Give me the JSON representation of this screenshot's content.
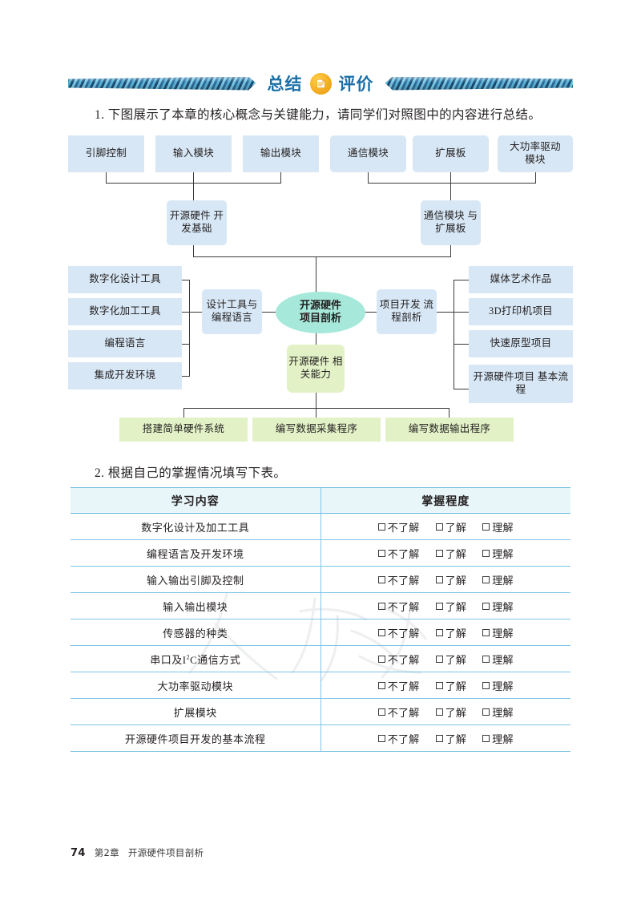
{
  "header": {
    "title_left": "总结",
    "title_right": "评价",
    "badge_icon": "document-icon",
    "ribbon_color": "#2f6f9e",
    "title_color": "#1b6fa8",
    "badge_color": "#f2aa20"
  },
  "questions": {
    "q1": "1. 下图展示了本章的核心概念与关键能力，请同学们对照图中的内容进行总结。",
    "q2": "2. 根据自己的掌握情况填写下表。"
  },
  "diagram": {
    "colors": {
      "box_blue": "#d7e7f5",
      "box_green": "#e2f2c6",
      "ellipse": "#a6e8da",
      "connector": "#3b3b3b"
    },
    "top_row": [
      "引脚控制",
      "输入模块",
      "输出模块",
      "通信模块",
      "扩展板",
      "大功率驱动\n模块"
    ],
    "top_row_flat": [
      "引脚控制",
      "输入模块",
      "输出模块",
      "通信模块",
      "扩展板",
      "大功率驱动 模块"
    ],
    "second_row": [
      "开源硬件 开发基础",
      "通信模块 与扩展板"
    ],
    "center": "开源硬件 项目剖析",
    "center_line1": "开源硬件",
    "center_line2": "项目剖析",
    "left_branch": "设计工具与 编程语言",
    "right_branch": "项目开发 流程剖析",
    "bottom_branch": "开源硬件 相关能力",
    "left_leaves": [
      "数字化设计工具",
      "数字化加工工具",
      "编程语言",
      "集成开发环境"
    ],
    "right_leaves": [
      "媒体艺术作品",
      "3D打印机项目",
      "快速原型项目",
      "开源硬件项目 基本流程"
    ],
    "bottom_leaves": [
      "搭建简单硬件系统",
      "编写数据采集程序",
      "编写数据输出程序"
    ]
  },
  "table": {
    "headers": [
      "学习内容",
      "掌握程度"
    ],
    "options": [
      "不了解",
      "了解",
      "理解"
    ],
    "rows": [
      "数字化设计及加工工具",
      "编程语言及开发环境",
      "输入输出引脚及控制",
      "输入输出模块",
      "传感器的种类",
      "串口及I2C通信方式",
      "大功率驱动模块",
      "扩展模块",
      "开源硬件项目开发的基本流程"
    ],
    "row6_pre": "串口及I",
    "row6_sup": "2",
    "row6_post": "C通信方式"
  },
  "footer": {
    "page_number": "74",
    "chapter": "第2章",
    "chapter_title": "开源硬件项目剖析"
  }
}
